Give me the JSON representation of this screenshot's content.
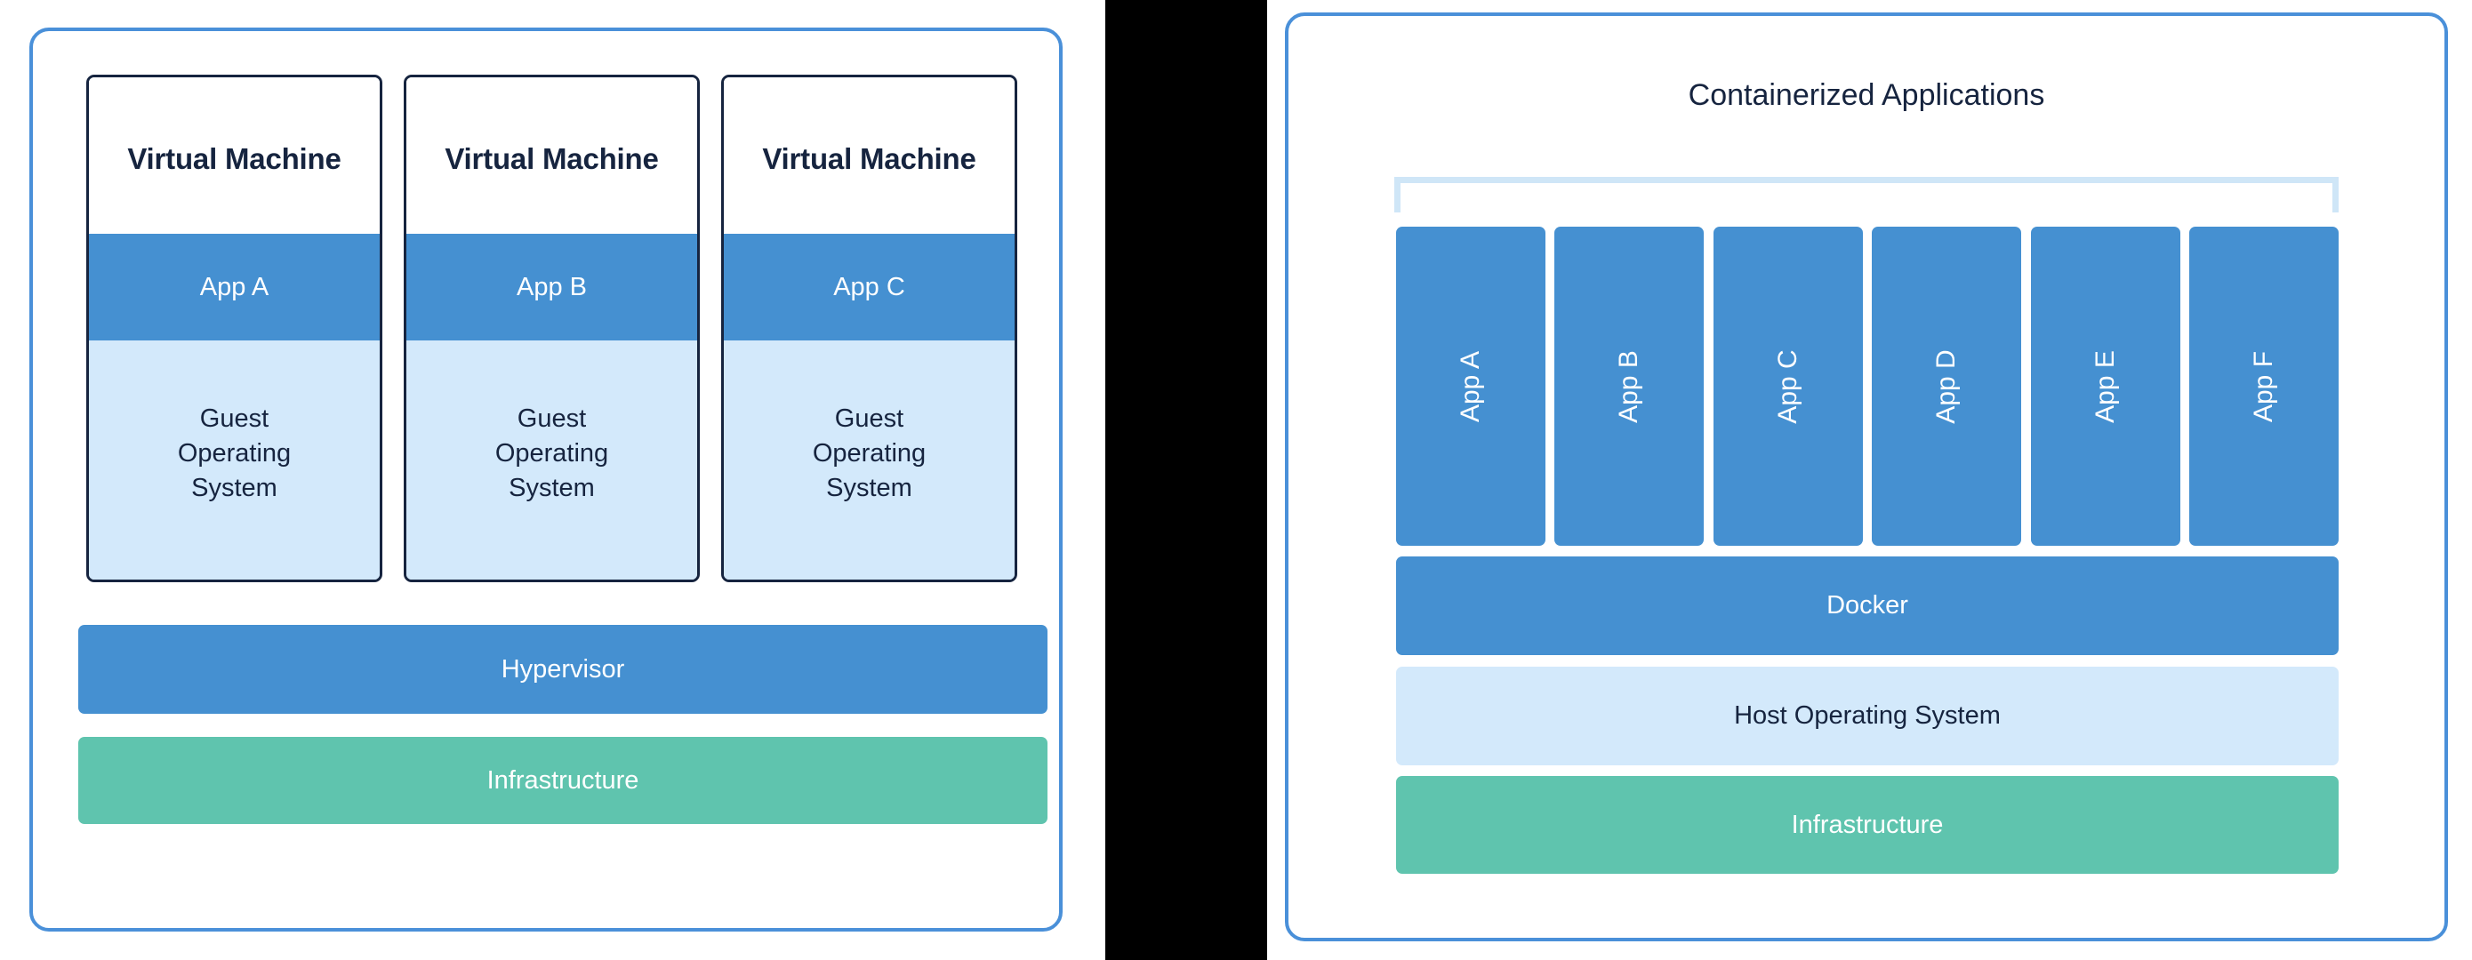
{
  "colors": {
    "panel_border": "#4a90d9",
    "app_blue": "#4590d1",
    "light_blue": "#d3e9fb",
    "bracket_blue": "#cfe6f7",
    "green": "#5fc4ae",
    "dark_navy": "#16243f",
    "background": "#000000",
    "canvas": "#ffffff"
  },
  "vm_diagram": {
    "virtual_machines": [
      {
        "title": "Virtual Machine",
        "app": "App A",
        "guest_os": "Guest\nOperating\nSystem"
      },
      {
        "title": "Virtual Machine",
        "app": "App B",
        "guest_os": "Guest\nOperating\nSystem"
      },
      {
        "title": "Virtual Machine",
        "app": "App C",
        "guest_os": "Guest\nOperating\nSystem"
      }
    ],
    "guest_os_lines": [
      "Guest",
      "Operating",
      "System"
    ],
    "hypervisor_label": "Hypervisor",
    "infrastructure_label": "Infrastructure"
  },
  "container_diagram": {
    "title": "Containerized Applications",
    "apps": [
      {
        "label": "App A"
      },
      {
        "label": "App B"
      },
      {
        "label": "App C"
      },
      {
        "label": "App D"
      },
      {
        "label": "App E"
      },
      {
        "label": "App F"
      }
    ],
    "docker_label": "Docker",
    "host_os_label": "Host Operating System",
    "infrastructure_label": "Infrastructure"
  }
}
